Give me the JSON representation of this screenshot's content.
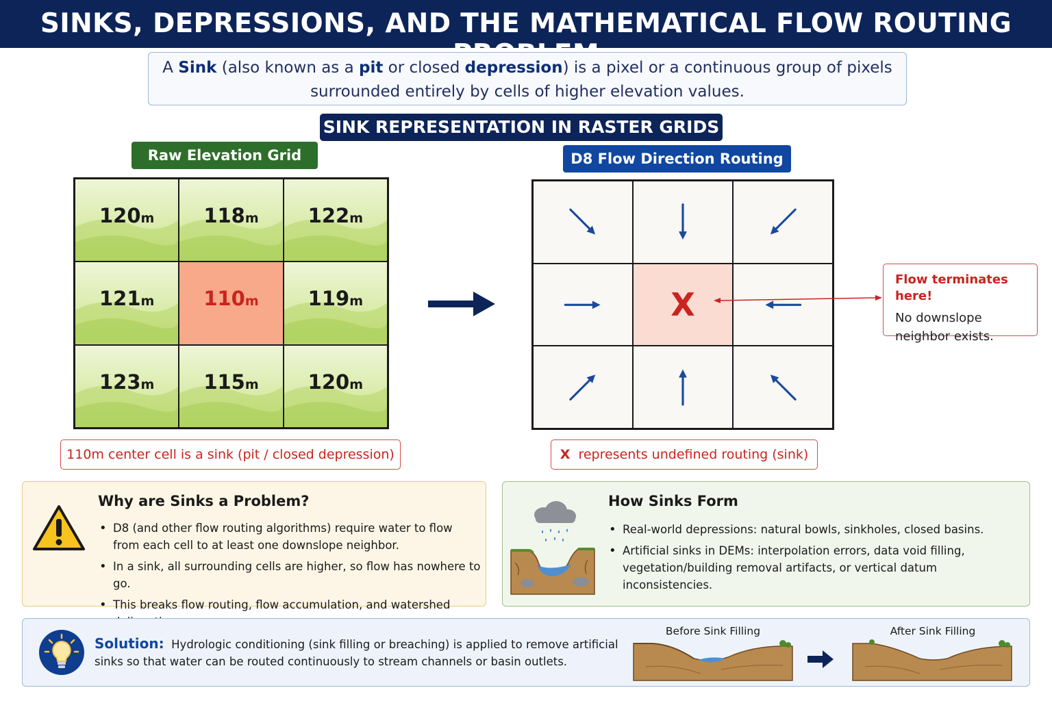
{
  "title": "SINKS, DEPRESSIONS, AND THE MATHEMATICAL FLOW ROUTING PROBLEM",
  "definition": {
    "p1": "A ",
    "sink": "Sink",
    "p2": " (also known as a ",
    "pit": "pit",
    "p3": " or closed ",
    "depression": "depression",
    "p4": ") is a pixel or a continuous group of pixels",
    "line2": "surrounded entirely by cells of higher elevation values."
  },
  "section_header": "SINK REPRESENTATION IN RASTER GRIDS",
  "raw_grid": {
    "label": "Raw Elevation Grid",
    "unit": "m",
    "cells": [
      "120",
      "118",
      "122",
      "121",
      "110",
      "119",
      "123",
      "115",
      "120"
    ],
    "sink_index": 4,
    "caption": "110m center cell is a sink (pit / closed depression)"
  },
  "flow_grid": {
    "label": "D8 Flow Direction Routing",
    "directions": [
      "SE",
      "S",
      "SW",
      "E",
      "X",
      "W",
      "NE",
      "N",
      "NW"
    ],
    "sink_symbol": "X",
    "caption_symbol": "X",
    "caption_text": "represents undefined routing (sink)"
  },
  "callout": {
    "title": "Flow terminates here!",
    "line1": "No downslope",
    "line2": "neighbor exists."
  },
  "problem_panel": {
    "title": "Why are Sinks a Problem?",
    "bullets": [
      "D8 (and other flow routing algorithms) require water to flow from each cell to at least one downslope neighbor.",
      "In a sink, all surrounding cells are higher, so flow has nowhere to go.",
      "This breaks flow routing, flow accumulation, and watershed delineation."
    ],
    "icon": "warning-icon"
  },
  "form_panel": {
    "title": "How Sinks Form",
    "bullets": [
      "Real-world depressions: natural bowls, sinkholes, closed basins.",
      "Artificial sinks in DEMs: interpolation errors, data void filling, vegetation/building removal artifacts, or vertical datum inconsistencies."
    ],
    "icon": "rain-basin-illustration"
  },
  "solution_panel": {
    "label": "Solution:",
    "text": "Hydrologic conditioning (sink filling or breaching) is applied to remove artificial sinks so that water can be routed continuously to stream channels or basin outlets.",
    "before_label": "Before Sink Filling",
    "after_label": "After Sink Filling",
    "icon": "lightbulb-icon"
  },
  "colors": {
    "navy": "#0d2458",
    "green_pill": "#2d6e2a",
    "blue_pill": "#0f47a1",
    "sink_red": "#c9241f",
    "sink_fill": "#f7a98a",
    "arrow_blue": "#1a4a9c"
  }
}
